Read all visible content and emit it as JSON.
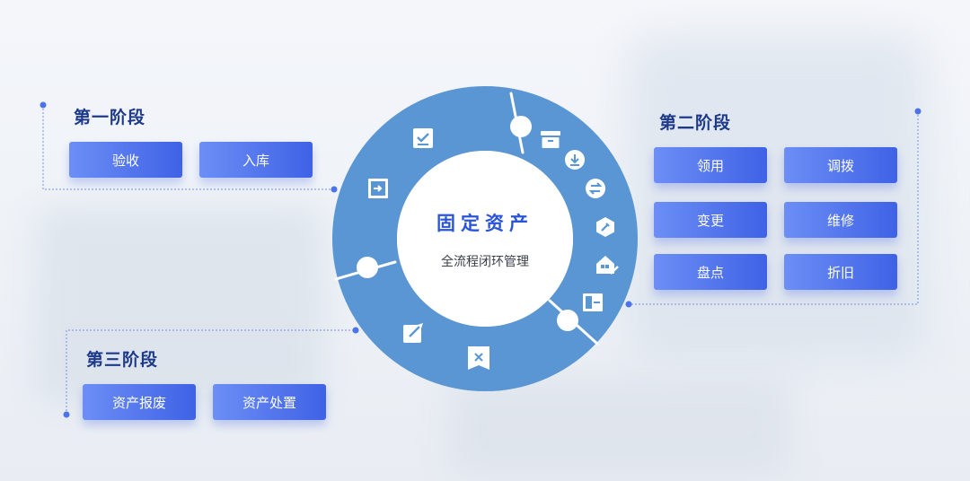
{
  "center": {
    "title": "固定资产",
    "subtitle": "全流程闭环管理"
  },
  "stages": [
    {
      "title": "第一阶段",
      "items": [
        "验收",
        "入库"
      ]
    },
    {
      "title": "第二阶段",
      "items": [
        "领用",
        "调拨",
        "变更",
        "维修",
        "盘点",
        "折旧"
      ]
    },
    {
      "title": "第三阶段",
      "items": [
        "资产报废",
        "资产处置"
      ]
    }
  ],
  "colors": {
    "ring": "#5b96d4",
    "button_start": "#6c8ef5",
    "button_end": "#3f62e6",
    "title": "#1d3a8a",
    "connector": "#4a74e8"
  },
  "ring_icons": [
    "check-icon",
    "archive-box-icon",
    "download-icon",
    "transfer-icon",
    "wrench-icon",
    "house-edit-icon",
    "layout-icon",
    "close-icon",
    "edit-icon",
    "import-icon"
  ]
}
